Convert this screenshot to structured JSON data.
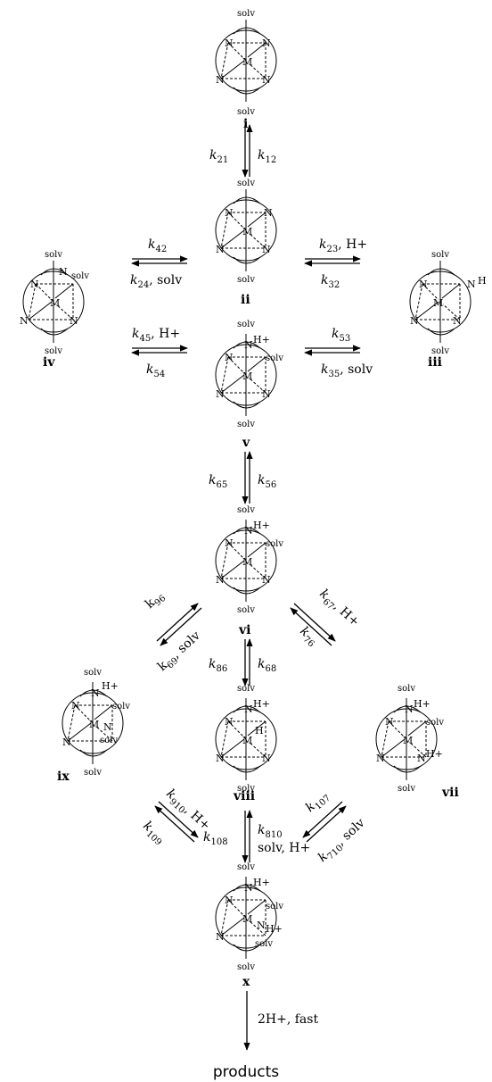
{
  "scheme": {
    "complexes": [
      {
        "id": "i",
        "label": "i",
        "top": "solv",
        "bottom": "solv",
        "atoms": [
          "N",
          "N",
          "N",
          "N"
        ],
        "metal": "M"
      },
      {
        "id": "ii",
        "label": "ii",
        "top": "solv",
        "bottom": "solv",
        "atoms": [
          "N",
          "N",
          "N",
          "N"
        ],
        "metal": "M"
      },
      {
        "id": "iv",
        "label": "iv",
        "top": "solv",
        "bottom": "solv",
        "side": "solv",
        "atoms": [
          "N",
          "N",
          "N",
          "N"
        ],
        "metal": "M"
      },
      {
        "id": "iii",
        "label": "iii",
        "top": "solv",
        "bottom": "solv",
        "atoms": [
          "N",
          "N",
          "N",
          "N"
        ],
        "metal": "M",
        "proton": "H"
      },
      {
        "id": "v",
        "label": "v",
        "top": "solv",
        "bottom": "solv",
        "side": "solv",
        "atoms": [
          "N",
          "N",
          "N",
          "N"
        ],
        "metal": "M",
        "proton": "H+"
      },
      {
        "id": "vi",
        "label": "vi",
        "top": "solv",
        "bottom": "solv",
        "side": "solv",
        "atoms": [
          "N",
          "N",
          "N",
          "N"
        ],
        "metal": "M",
        "proton": "H+"
      },
      {
        "id": "ix",
        "label": "ix",
        "top": "solv",
        "bottom": "solv",
        "side": "solv",
        "side2": "solv",
        "atoms": [
          "N",
          "N",
          "N",
          "N"
        ],
        "metal": "M",
        "proton": "H+"
      },
      {
        "id": "viii",
        "label": "viii",
        "top": "solv",
        "bottom": "solv",
        "atoms": [
          "N",
          "N",
          "N",
          "N"
        ],
        "metal": "M",
        "proton": "H+",
        "proton2": "H"
      },
      {
        "id": "vii",
        "label": "vii",
        "top": "solv",
        "bottom": "solv",
        "side": "solv",
        "atoms": [
          "N",
          "N",
          "N",
          "N"
        ],
        "metal": "M",
        "proton": "H+",
        "proton2": "H+"
      },
      {
        "id": "x",
        "label": "x",
        "top": "solv",
        "bottom": "solv",
        "side": "solv",
        "side2": "solv",
        "atoms": [
          "N",
          "N",
          "N",
          "N"
        ],
        "metal": "M",
        "proton": "H+",
        "proton2": "H+"
      }
    ],
    "rates": {
      "k21": {
        "k": "k",
        "sub": "21"
      },
      "k12": {
        "k": "k",
        "sub": "12"
      },
      "k42": {
        "k": "k",
        "sub": "42"
      },
      "k24": {
        "k": "k",
        "sub": "24",
        "extra": ", solv"
      },
      "k23": {
        "k": "k",
        "sub": "23",
        "extra": ", H+"
      },
      "k32": {
        "k": "k",
        "sub": "32"
      },
      "k45": {
        "k": "k",
        "sub": "45",
        "extra": ", H+"
      },
      "k54": {
        "k": "k",
        "sub": "54"
      },
      "k53": {
        "k": "k",
        "sub": "53"
      },
      "k35": {
        "k": "k",
        "sub": "35",
        "extra": ", solv"
      },
      "k65": {
        "k": "k",
        "sub": "65"
      },
      "k56": {
        "k": "k",
        "sub": "56"
      },
      "k96": {
        "k": "k",
        "sub": "96"
      },
      "k69": {
        "k": "k",
        "sub": "69",
        "extra": ", solv"
      },
      "k86": {
        "k": "k",
        "sub": "86"
      },
      "k68": {
        "k": "k",
        "sub": "68"
      },
      "k67": {
        "k": "k",
        "sub": "67",
        "extra": ", H+"
      },
      "k76": {
        "k": "k",
        "sub": "76"
      },
      "k910": {
        "k": "k",
        "sub": "910",
        "extra": ", H+"
      },
      "k109": {
        "k": "k",
        "sub": "109"
      },
      "k108": {
        "k": "k",
        "sub": "108"
      },
      "k810": {
        "k": "k",
        "sub": "810"
      },
      "k810_extra": "solv, H+",
      "k107": {
        "k": "k",
        "sub": "107"
      },
      "k710": {
        "k": "k",
        "sub": "710",
        "extra": ", solv"
      }
    },
    "final_step": "2H+, fast",
    "products": "products"
  }
}
